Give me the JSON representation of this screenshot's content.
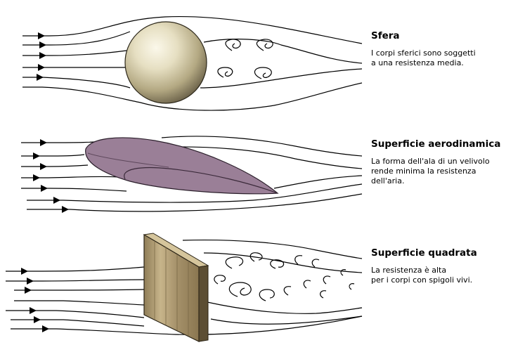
{
  "panels": [
    {
      "title": "Sfera",
      "description": "I corpi sferici sono soggetti\na una resistenza media.",
      "object_icon": "sphere",
      "object_color": "#d9d3b6"
    },
    {
      "title": "Superficie aerodinamica",
      "description": "La forma dell'ala di un velivolo\nrende minima la resistenza\ndell'aria.",
      "object_icon": "airfoil",
      "object_color": "#9a7f97"
    },
    {
      "title": "Superficie quadrata",
      "description": "La resistenza è alta\nper i corpi con spigoli vivi.",
      "object_icon": "flat-plate",
      "object_color": "#a8946c"
    }
  ]
}
